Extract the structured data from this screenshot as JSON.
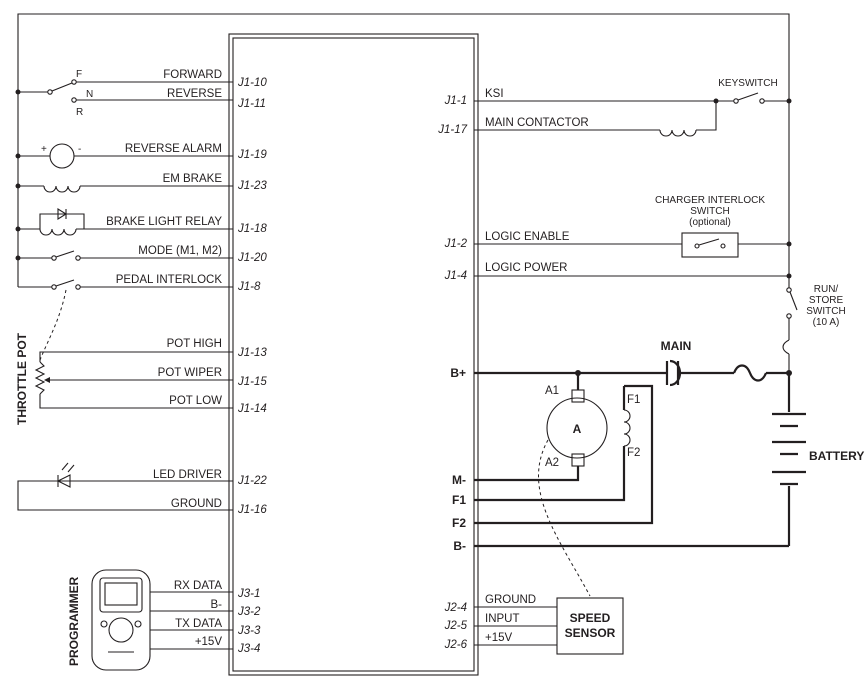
{
  "left_signals": [
    {
      "label": "FORWARD",
      "pin": "J1-10"
    },
    {
      "label": "REVERSE",
      "pin": "J1-11"
    },
    {
      "label": "REVERSE ALARM",
      "pin": "J1-19"
    },
    {
      "label": "EM BRAKE",
      "pin": "J1-23"
    },
    {
      "label": "BRAKE LIGHT RELAY",
      "pin": "J1-18"
    },
    {
      "label": "MODE (M1, M2)",
      "pin": "J1-20"
    },
    {
      "label": "PEDAL INTERLOCK",
      "pin": "J1-8"
    },
    {
      "label": "POT HIGH",
      "pin": "J1-13"
    },
    {
      "label": "POT WIPER",
      "pin": "J1-15"
    },
    {
      "label": "POT LOW",
      "pin": "J1-14"
    },
    {
      "label": "LED DRIVER",
      "pin": "J1-22"
    },
    {
      "label": "GROUND",
      "pin": "J1-16"
    },
    {
      "label": "RX DATA",
      "pin": "J3-1"
    },
    {
      "label": "B-",
      "pin": "J3-2"
    },
    {
      "label": "TX DATA",
      "pin": "J3-3"
    },
    {
      "label": "+15V",
      "pin": "J3-4"
    }
  ],
  "right_signals": [
    {
      "label": "KSI",
      "pin": "J1-1"
    },
    {
      "label": "MAIN CONTACTOR",
      "pin": "J1-17"
    },
    {
      "label": "LOGIC ENABLE",
      "pin": "J1-2"
    },
    {
      "label": "LOGIC POWER",
      "pin": "J1-4"
    },
    {
      "label": "GROUND",
      "pin": "J2-4"
    },
    {
      "label": "INPUT",
      "pin": "J2-5"
    },
    {
      "label": "+15V",
      "pin": "J2-6"
    }
  ],
  "power_terminals": [
    "B+",
    "M-",
    "F1",
    "F2",
    "B-"
  ],
  "switch_positions": [
    "F",
    "N",
    "R"
  ],
  "alarm_polarity": [
    "+",
    "-"
  ],
  "components": {
    "keyswitch": "KEYSWITCH",
    "charger_interlock": "CHARGER INTERLOCK",
    "charger_interlock_2": "SWITCH",
    "charger_interlock_3": "(optional)",
    "run_store_1": "RUN/",
    "run_store_2": "STORE",
    "run_store_3": "SWITCH",
    "run_store_4": "(10 A)",
    "main": "MAIN",
    "battery": "BATTERY",
    "motor": "A",
    "a1": "A1",
    "a2": "A2",
    "f1": "F1",
    "f2": "F2",
    "speed_sensor_1": "SPEED",
    "speed_sensor_2": "SENSOR",
    "throttle_pot": "THROTTLE POT",
    "programmer": "PROGRAMMER"
  }
}
